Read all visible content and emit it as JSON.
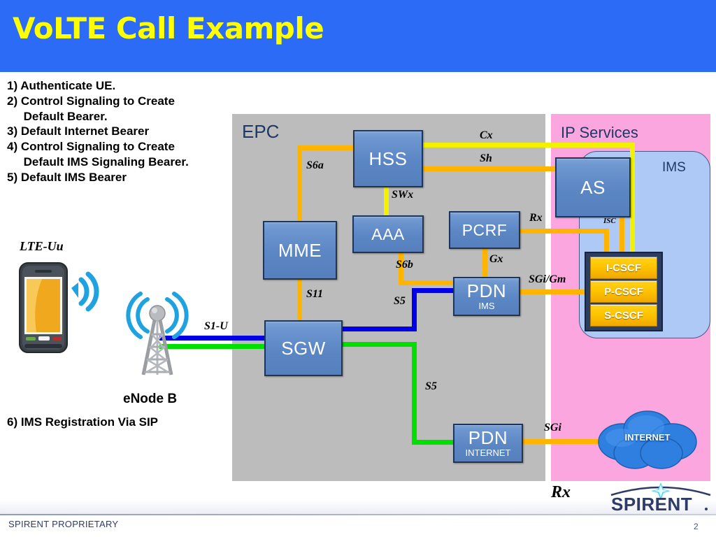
{
  "header": {
    "title": "VoLTE Call Example"
  },
  "bullets": [
    "1) Authenticate UE.",
    "2) Control Signaling to Create\n     Default Bearer.",
    "3) Default Internet Bearer",
    "4) Control Signaling to Create\n     Default IMS Signaling Bearer.",
    "5) Default IMS Bearer"
  ],
  "bullet6": "6) IMS Registration Via SIP",
  "panels": {
    "epc": "EPC",
    "ip_services": "IP Services",
    "ims": "IMS"
  },
  "nodes": {
    "hss": {
      "name": "HSS",
      "sub": ""
    },
    "mme": {
      "name": "MME",
      "sub": ""
    },
    "aaa": {
      "name": "AAA",
      "sub": ""
    },
    "pcrf": {
      "name": "PCRF",
      "sub": ""
    },
    "pdn_ims": {
      "name": "PDN",
      "sub": "IMS"
    },
    "pdn_internet": {
      "name": "PDN",
      "sub": "INTERNET"
    },
    "sgw": {
      "name": "SGW",
      "sub": ""
    },
    "as": {
      "name": "AS",
      "sub": ""
    }
  },
  "cscf": [
    "I-CSCF",
    "P-CSCF",
    "S-CSCF"
  ],
  "interfaces": {
    "s6a": "S6a",
    "swx": "SWx",
    "s6b": "S6b",
    "s11": "S11",
    "s5_ims": "S5",
    "s5_internet": "S5",
    "s1u": "S1-U",
    "cx": "Cx",
    "sh": "Sh",
    "rx_top": "Rx",
    "gx": "Gx",
    "sgi_gm": "SGi/Gm",
    "isc": "ISC",
    "sgi": "SGi",
    "rx_bottom": "Rx",
    "lte_uu": "LTE-Uu"
  },
  "elements": {
    "enodeb": "eNode B",
    "internet": "INTERNET",
    "brand": "SPIRENT"
  },
  "footer": {
    "notice": "SPIRENT PROPRIETARY",
    "page": "2"
  },
  "colors": {
    "header_blue": "#2b6bf5",
    "title_yellow": "#ffff00",
    "epc_gray": "#bcbcbc",
    "ip_services_pink": "#fba6de",
    "ims_blue": "#aec9f5",
    "node_blue": "#5b86c4",
    "cscf_gold": "#ffc400",
    "link_orange": "#ffb400",
    "link_yellow": "#f2f200",
    "link_blue": "#0000e6",
    "link_green": "#00e000",
    "brand_navy": "#2e3b68"
  }
}
